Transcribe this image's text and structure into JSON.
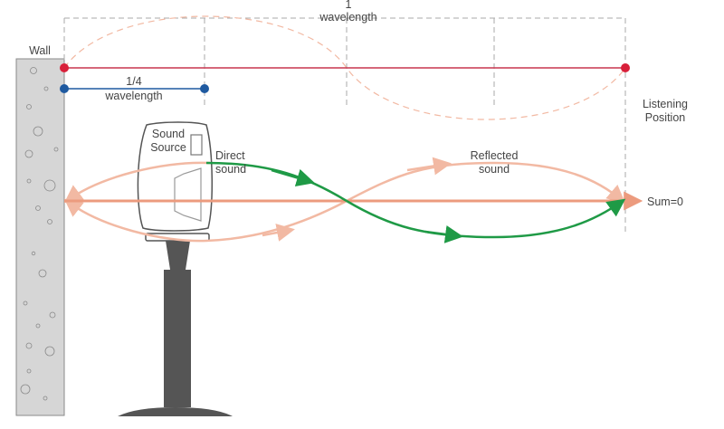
{
  "labels": {
    "wall": "Wall",
    "one": "1",
    "wavelength_full": "wavelength",
    "quarter": "1/4",
    "wavelength_quarter": "wavelength",
    "listening_line1": "Listening",
    "listening_line2": "Position",
    "sound_line1": "Sound",
    "sound_line2": "Source",
    "direct_line1": "Direct",
    "direct_line2": "sound",
    "reflected_line1": "Reflected",
    "reflected_line2": "sound",
    "sum": "Sum=0"
  },
  "colors": {
    "wall_fill": "#d6d6d6",
    "wall_stroke": "#8a8a8a",
    "full_wavelength": "#c8364f",
    "quarter_wavelength": "#1f5aa0",
    "direct_sound": "#1f9a46",
    "reflected_sound": "#f2b9a3",
    "sum_line": "#ec9b7e",
    "dashed_guides": "#aaaaaa",
    "stand": "#555555"
  },
  "icons": {
    "speaker": "speaker-icon",
    "stand": "speaker-stand-icon"
  }
}
